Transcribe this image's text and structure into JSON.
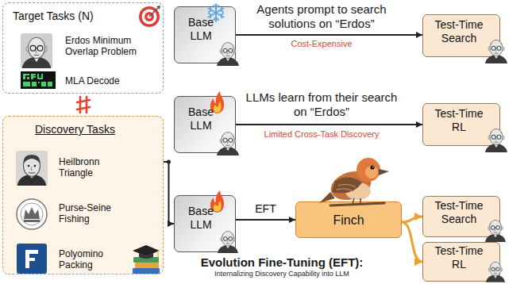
{
  "diagram": {
    "nodes": [
      {
        "text": [
          "Target Tasks (N)",
          "Erdos Minimum Overlap Problem",
          "MLA Decode"
        ]
      },
      {
        "text": [
          "Discovery Tasks",
          "Heilbronn Triangle",
          "Purse-Seine Fishing",
          "Polyomino Packing"
        ]
      },
      {
        "text": [
          "Base LLM"
        ]
      },
      {
        "text": [
          "Test-Time Search"
        ]
      },
      {
        "text": [
          "Base LLM"
        ]
      },
      {
        "text": [
          "Test-Time RL"
        ]
      },
      {
        "text": [
          "Base LLM"
        ]
      },
      {
        "text": [
          "Finch"
        ]
      },
      {
        "text": [
          "Test-Time Search"
        ]
      },
      {
        "text": [
          "Test-Time RL"
        ]
      }
    ],
    "edges": [
      {
        "from": 2,
        "to": 3,
        "arrow": "to"
      },
      {
        "from": 4,
        "to": 5,
        "arrow": "to"
      },
      {
        "from": 1,
        "to": 6,
        "arrow": "to"
      },
      {
        "from": 6,
        "to": 7,
        "label": "EFT",
        "arrow": "to"
      },
      {
        "from": 7,
        "to": 8,
        "arrow": "to"
      },
      {
        "from": 7,
        "to": 9,
        "arrow": "to"
      }
    ],
    "labels": [
      "Agents prompt to search solutions on “Erdos”",
      "Cost-Expensive",
      "LLMs learn from their search on “Erdos”",
      "Limited Cross-Task Discovery",
      "Evolution Fine-Tuning (EFT):",
      "Internalizing Discovery Capability into LLM"
    ]
  }
}
